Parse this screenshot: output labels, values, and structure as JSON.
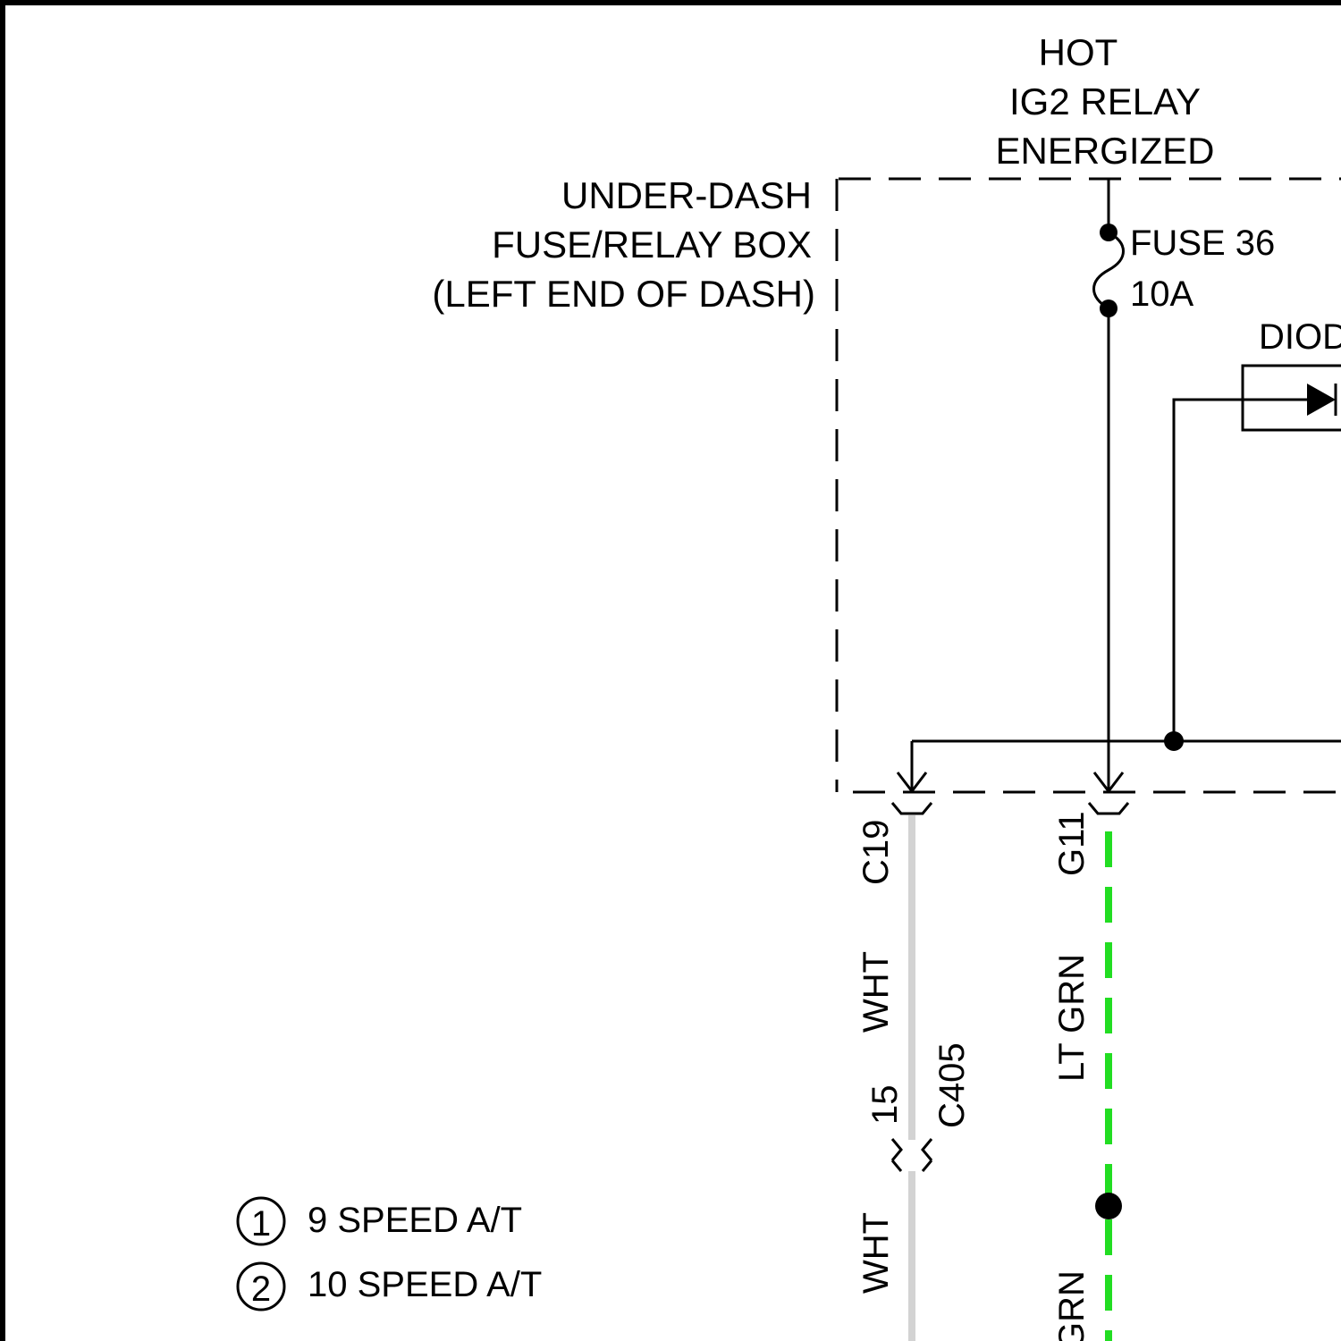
{
  "source": {
    "line1": "HOT",
    "line2": "IG2 RELAY",
    "line3": "ENERGIZED"
  },
  "fuse_box": {
    "line1": "UNDER-DASH",
    "line2": "FUSE/RELAY BOX",
    "line3": "(LEFT END OF DASH)"
  },
  "fuse": {
    "name": "FUSE 36",
    "rating": "10A"
  },
  "diode": {
    "label": "DIOD"
  },
  "connectors": {
    "left_pin": "C19",
    "right_pin": "G11",
    "inline_pin": "15",
    "inline_name": "C405"
  },
  "wires": {
    "left_color_upper": "WHT",
    "left_color_lower": "WHT",
    "right_color_upper": "LT GRN",
    "right_color_lower": "GRN",
    "left_hex": "#d3d3d3",
    "right_hex": "#22dd22"
  },
  "legend": [
    {
      "num": "1",
      "label": "9 SPEED A/T"
    },
    {
      "num": "2",
      "label": "10 SPEED A/T"
    }
  ]
}
